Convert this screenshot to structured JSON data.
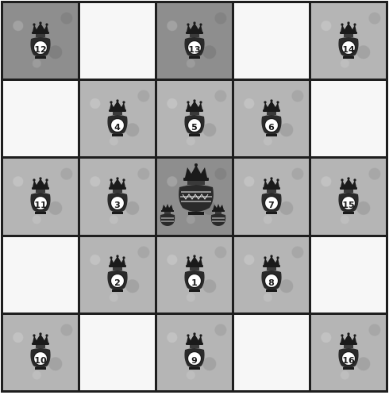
{
  "board": {
    "rows": 5,
    "cols": 5,
    "cells": [
      {
        "shaded": true,
        "tone": "dark",
        "label": "12"
      },
      {
        "shaded": false,
        "label": ""
      },
      {
        "shaded": true,
        "tone": "dark",
        "label": "13"
      },
      {
        "shaded": false,
        "label": ""
      },
      {
        "shaded": true,
        "tone": "light",
        "label": "14"
      },
      {
        "shaded": false,
        "label": ""
      },
      {
        "shaded": true,
        "tone": "light",
        "label": "4"
      },
      {
        "shaded": true,
        "tone": "light",
        "label": "5"
      },
      {
        "shaded": true,
        "tone": "light",
        "label": "6"
      },
      {
        "shaded": false,
        "label": ""
      },
      {
        "shaded": true,
        "tone": "light",
        "label": "11"
      },
      {
        "shaded": true,
        "tone": "light",
        "label": "3"
      },
      {
        "shaded": true,
        "tone": "dark",
        "center": true,
        "label": ""
      },
      {
        "shaded": true,
        "tone": "light",
        "label": "7"
      },
      {
        "shaded": true,
        "tone": "light",
        "label": "15"
      },
      {
        "shaded": false,
        "label": ""
      },
      {
        "shaded": true,
        "tone": "light",
        "label": "2"
      },
      {
        "shaded": true,
        "tone": "light",
        "label": "1"
      },
      {
        "shaded": true,
        "tone": "light",
        "label": "8"
      },
      {
        "shaded": false,
        "label": ""
      },
      {
        "shaded": true,
        "tone": "light",
        "label": "10"
      },
      {
        "shaded": false,
        "label": ""
      },
      {
        "shaded": true,
        "tone": "light",
        "label": "9"
      },
      {
        "shaded": false,
        "label": ""
      },
      {
        "shaded": true,
        "tone": "light",
        "label": "16"
      }
    ]
  },
  "colors": {
    "ink": "#1a1a1a",
    "grid": "#1e1e1e",
    "shade_light": "#b5b5b5",
    "shade_dark": "#8e8e8e",
    "paper": "#f7f7f7"
  },
  "icons": {
    "pot": "crowned-pot-icon",
    "center": "central-urn-icon"
  }
}
